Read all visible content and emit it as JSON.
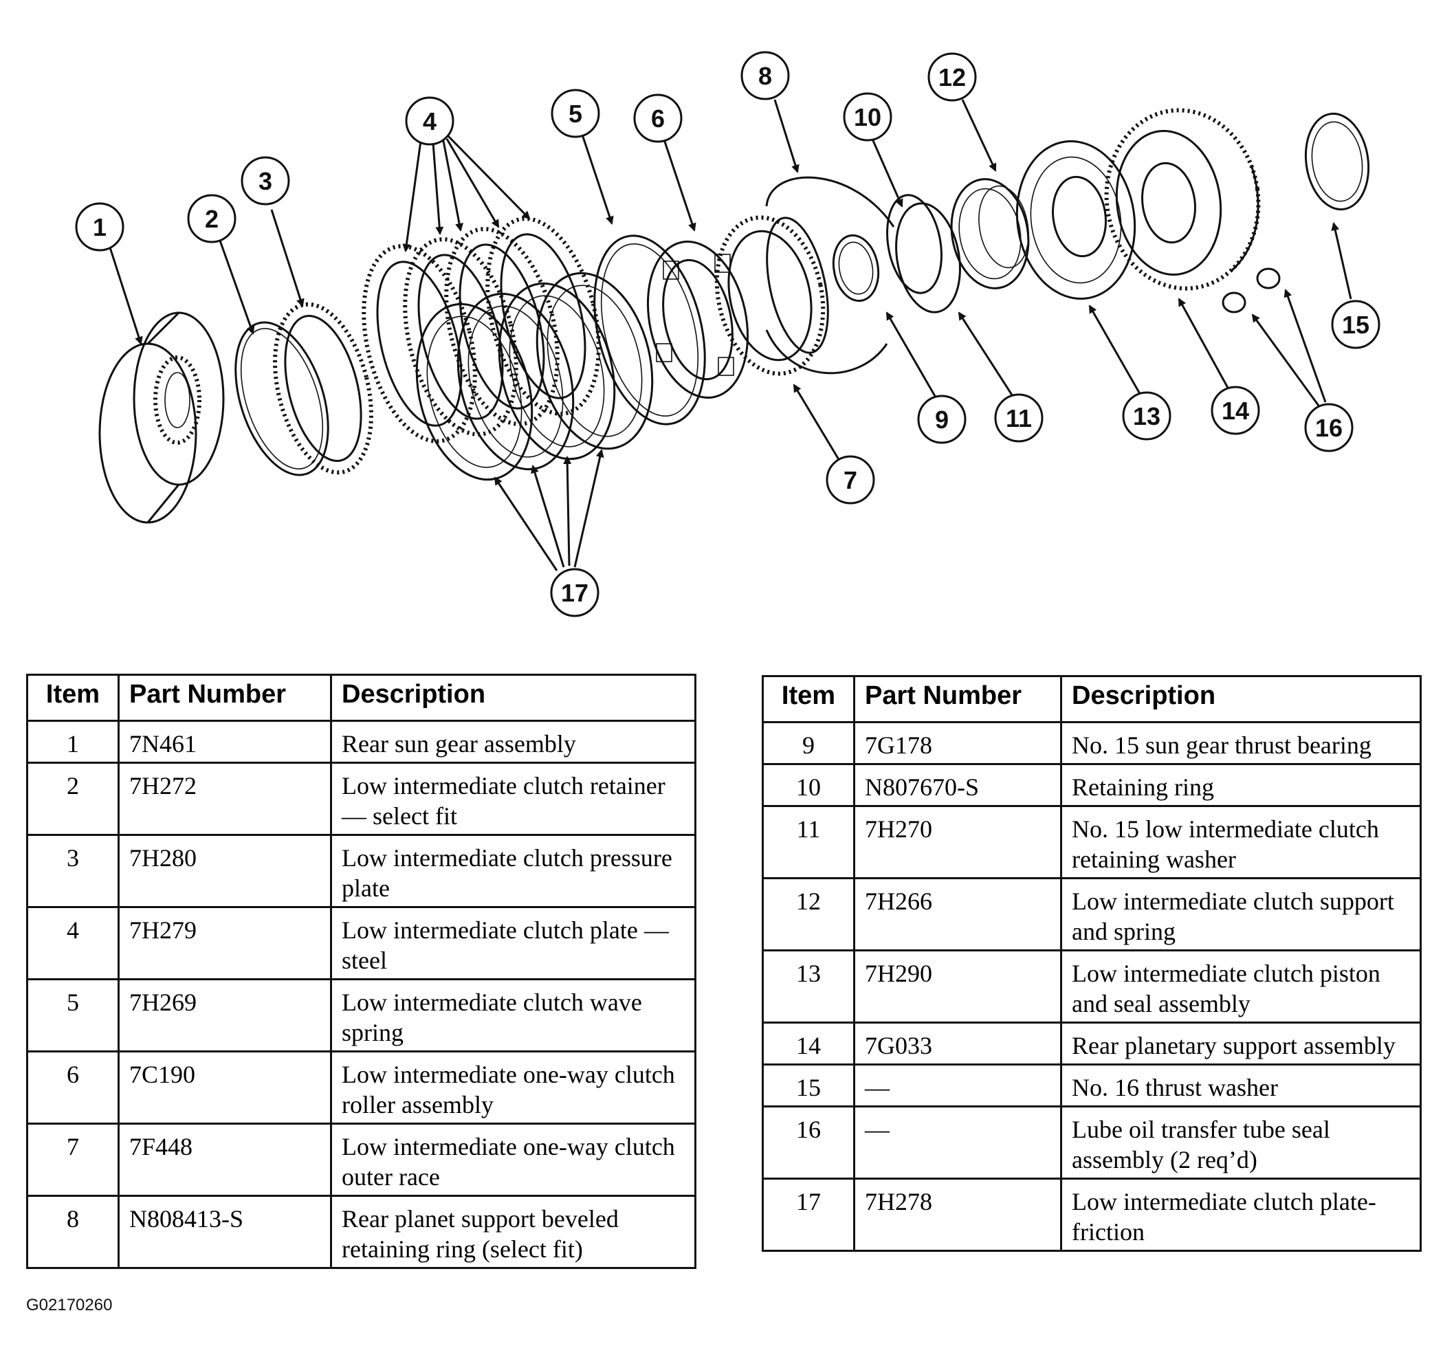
{
  "callouts": [
    "1",
    "2",
    "3",
    "4",
    "5",
    "6",
    "7",
    "8",
    "9",
    "10",
    "11",
    "12",
    "13",
    "14",
    "15",
    "16",
    "17"
  ],
  "table_left": {
    "headers": {
      "item": "Item",
      "part_number": "Part Number",
      "description": "Description"
    },
    "rows": [
      {
        "item": "1",
        "part_number": "7N461",
        "description": "Rear sun gear assembly"
      },
      {
        "item": "2",
        "part_number": "7H272",
        "description": "Low intermediate clutch retainer — select fit"
      },
      {
        "item": "3",
        "part_number": "7H280",
        "description": "Low intermediate clutch pressure plate"
      },
      {
        "item": "4",
        "part_number": "7H279",
        "description": "Low intermediate clutch plate — steel"
      },
      {
        "item": "5",
        "part_number": "7H269",
        "description": "Low intermediate clutch wave spring"
      },
      {
        "item": "6",
        "part_number": "7C190",
        "description": "Low intermediate one-way clutch roller assembly"
      },
      {
        "item": "7",
        "part_number": "7F448",
        "description": "Low intermediate one-way clutch outer race"
      },
      {
        "item": "8",
        "part_number": "N808413-S",
        "description": "Rear planet support beveled retaining ring (select fit)"
      }
    ]
  },
  "table_right": {
    "headers": {
      "item": "Item",
      "part_number": "Part Number",
      "description": "Description"
    },
    "rows": [
      {
        "item": "9",
        "part_number": "7G178",
        "description": "No. 15 sun gear thrust bearing"
      },
      {
        "item": "10",
        "part_number": "N807670-S",
        "description": "Retaining ring"
      },
      {
        "item": "11",
        "part_number": "7H270",
        "description": "No. 15 low intermediate clutch retaining washer"
      },
      {
        "item": "12",
        "part_number": "7H266",
        "description": "Low intermediate clutch support and spring"
      },
      {
        "item": "13",
        "part_number": "7H290",
        "description": "Low intermediate clutch piston and seal assembly"
      },
      {
        "item": "14",
        "part_number": "7G033",
        "description": "Rear planetary support assembly"
      },
      {
        "item": "15",
        "part_number": "—",
        "description": "No. 16 thrust washer"
      },
      {
        "item": "16",
        "part_number": "—",
        "description": "Lube oil transfer tube seal assembly (2 req’d)"
      },
      {
        "item": "17",
        "part_number": "7H278",
        "description": "Low intermediate clutch plate-friction"
      }
    ]
  },
  "figure_code": "G02170260"
}
